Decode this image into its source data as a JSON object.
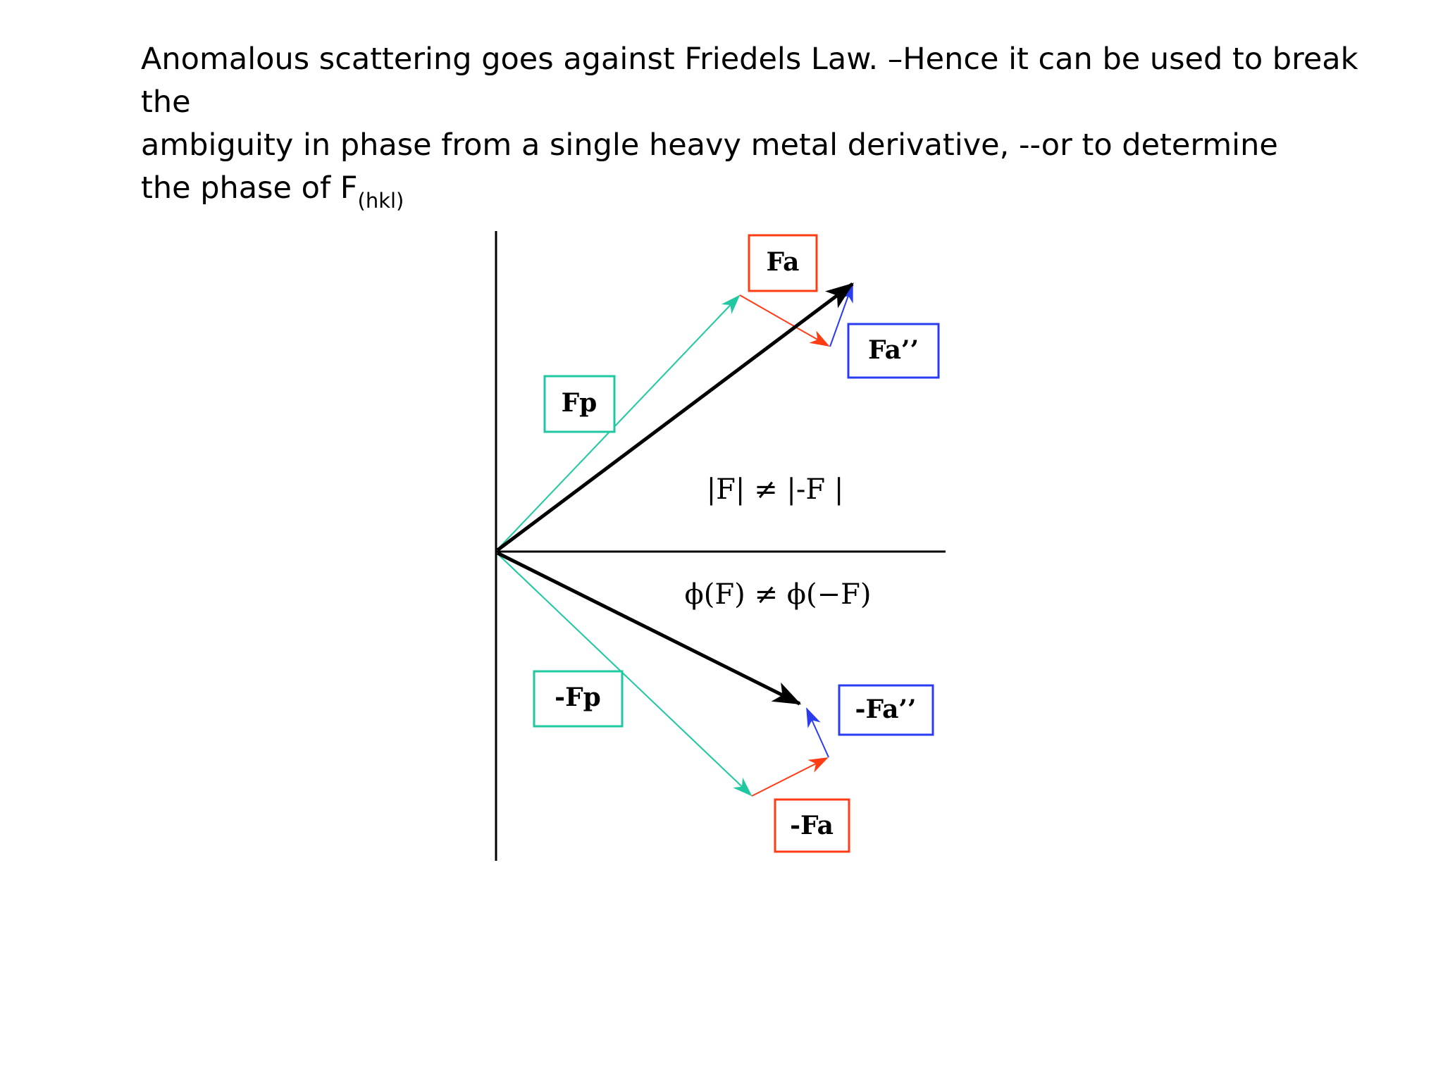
{
  "heading": {
    "line1": "Anomalous scattering goes against Friedels Law. –Hence it can be used to break the",
    "line2": "ambiguity in phase from a single heavy metal derivative, --or to determine",
    "line3_prefix": "the phase of F",
    "line3_subscript": "(hkl)"
  },
  "diagram": {
    "labels": {
      "fa": "Fa",
      "fa_double_prime": "Fa’’",
      "fp": "Fp",
      "neg_fp": "-Fp",
      "neg_fa_double_prime": "-Fa’’",
      "neg_fa": "-Fa"
    },
    "relations": {
      "magnitude": "|F| ≠ |-F |",
      "phase": "ϕ(F) ≠ ϕ(−F)"
    },
    "colors": {
      "fp": "#1ec8a0",
      "fa": "#ff3c14",
      "fa_double_prime": "#2a3cf0",
      "f_resultant": "#000000",
      "axes": "#000000"
    }
  }
}
